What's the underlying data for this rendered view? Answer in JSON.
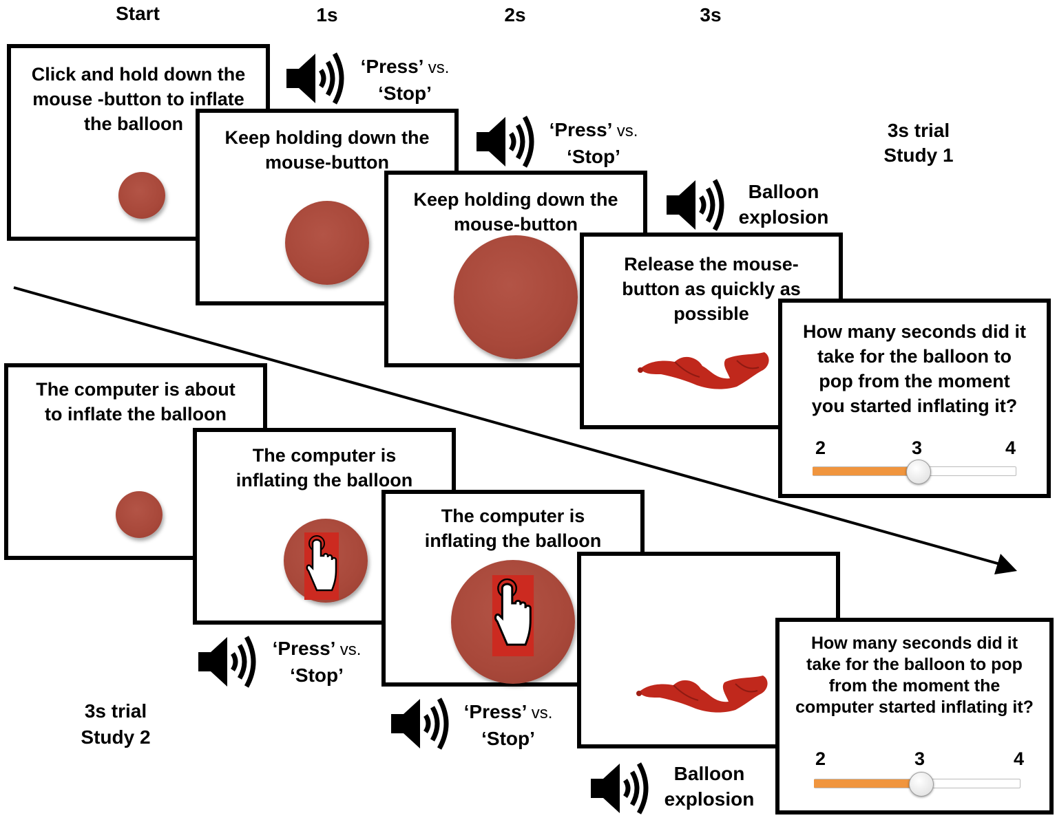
{
  "timeline": {
    "start": "Start",
    "t1": "1s",
    "t2": "2s",
    "t3": "3s"
  },
  "study1": {
    "label_line1": "3s trial",
    "label_line2": "Study 1",
    "screens": [
      {
        "lines": [
          "Click and hold down the",
          "mouse -button to inflate",
          "the balloon"
        ]
      },
      {
        "lines": [
          "Keep holding down the",
          "mouse-button"
        ]
      },
      {
        "lines": [
          "Keep holding down the",
          "mouse-button"
        ]
      },
      {
        "lines": [
          "Release the mouse-",
          "button as quickly as",
          "possible"
        ]
      },
      {
        "lines": [
          "How many seconds did it",
          "take for the balloon to",
          "pop from the moment",
          "you started inflating it?"
        ]
      }
    ],
    "sounds": [
      {
        "a": "‘Press’",
        "vs": "vs.",
        "b": "‘Stop’"
      },
      {
        "a": "‘Press’",
        "vs": "vs.",
        "b": "‘Stop’"
      },
      {
        "a": "Balloon",
        "b": "explosion"
      }
    ],
    "slider": {
      "min_label": "2",
      "mid_label": "3",
      "max_label": "4",
      "value": 3,
      "min": 2,
      "max": 4
    }
  },
  "study2": {
    "label_line1": "3s trial",
    "label_line2": "Study 2",
    "screens": [
      {
        "lines": [
          "The computer is about",
          "to inflate the balloon"
        ]
      },
      {
        "lines": [
          "The computer is",
          "inflating the balloon"
        ]
      },
      {
        "lines": [
          "The computer is",
          "inflating the balloon"
        ]
      },
      {
        "lines": []
      },
      {
        "lines": [
          "How many seconds did it",
          "take for the balloon to pop",
          "from the moment the",
          "computer started inflating it?"
        ]
      }
    ],
    "sounds": [
      {
        "a": "‘Press’",
        "vs": "vs.",
        "b": "‘Stop’"
      },
      {
        "a": "‘Press’",
        "vs": "vs.",
        "b": "‘Stop’"
      },
      {
        "a": "Balloon",
        "b": "explosion"
      }
    ],
    "slider": {
      "min_label": "2",
      "mid_label": "3",
      "max_label": "4",
      "value": 3,
      "min": 2,
      "max": 4
    }
  },
  "colors": {
    "balloon": "#a8483a",
    "slider_fill": "#f0953e",
    "popped": "#c0281c",
    "hand_bg": "#cc2a20"
  },
  "icons": {
    "sound": "speaker-icon",
    "hand": "pointing-hand-icon",
    "popped": "popped-balloon-icon"
  }
}
